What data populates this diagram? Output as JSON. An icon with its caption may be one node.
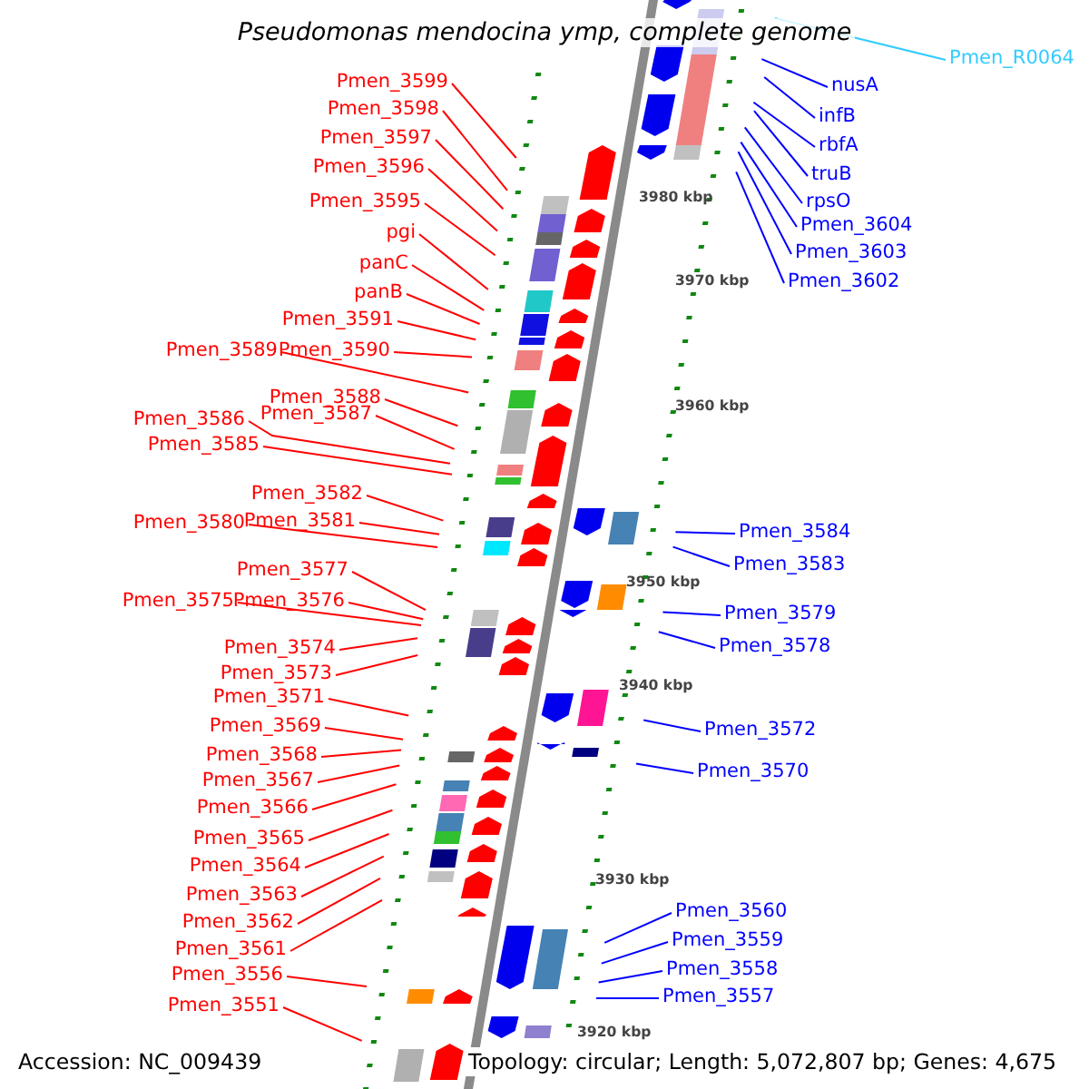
{
  "diagram": {
    "title": "Pseudomonas mendocina ymp, complete genome",
    "nodes": [
      {
        "text": [
          "Pmen_3599"
        ]
      },
      {
        "text": [
          "Pmen_3598"
        ]
      },
      {
        "text": [
          "Pmen_3597"
        ]
      },
      {
        "text": [
          "Pmen_3596"
        ]
      },
      {
        "text": [
          "Pmen_3595"
        ]
      },
      {
        "text": [
          "pgi"
        ]
      },
      {
        "text": [
          "panC"
        ]
      },
      {
        "text": [
          "panB"
        ]
      },
      {
        "text": [
          "Pmen_3591"
        ]
      },
      {
        "text": [
          "Pmen_3589"
        ]
      },
      {
        "text": [
          "Pmen_3590"
        ]
      },
      {
        "text": [
          "Pmen_3588"
        ]
      },
      {
        "text": [
          "Pmen_3586"
        ]
      },
      {
        "text": [
          "Pmen_3587"
        ]
      },
      {
        "text": [
          "Pmen_3585"
        ]
      },
      {
        "text": [
          "Pmen_3582"
        ]
      },
      {
        "text": [
          "Pmen_3580"
        ]
      },
      {
        "text": [
          "Pmen_3581"
        ]
      },
      {
        "text": [
          "Pmen_3577"
        ]
      },
      {
        "text": [
          "Pmen_3575"
        ]
      },
      {
        "text": [
          "Pmen_3576"
        ]
      },
      {
        "text": [
          "Pmen_3574"
        ]
      },
      {
        "text": [
          "Pmen_3573"
        ]
      },
      {
        "text": [
          "Pmen_3571"
        ]
      },
      {
        "text": [
          "Pmen_3569"
        ]
      },
      {
        "text": [
          "Pmen_3568"
        ]
      },
      {
        "text": [
          "Pmen_3567"
        ]
      },
      {
        "text": [
          "Pmen_3566"
        ]
      },
      {
        "text": [
          "Pmen_3565"
        ]
      },
      {
        "text": [
          "Pmen_3564"
        ]
      },
      {
        "text": [
          "Pmen_3563"
        ]
      },
      {
        "text": [
          "Pmen_3562"
        ]
      },
      {
        "text": [
          "Pmen_3561"
        ]
      },
      {
        "text": [
          "Pmen_3556"
        ]
      },
      {
        "text": [
          "Pmen_3551"
        ]
      },
      {
        "text": [
          "Pmen_R0064"
        ]
      },
      {
        "text": [
          "nusA"
        ]
      },
      {
        "text": [
          "infB"
        ]
      },
      {
        "text": [
          "rbfA"
        ]
      },
      {
        "text": [
          "truB"
        ]
      },
      {
        "text": [
          "rpsO"
        ]
      },
      {
        "text": [
          "Pmen_3604"
        ]
      },
      {
        "text": [
          "Pmen_3603"
        ]
      },
      {
        "text": [
          "Pmen_3602"
        ]
      },
      {
        "text": [
          "Pmen_3584"
        ]
      },
      {
        "text": [
          "Pmen_3583"
        ]
      },
      {
        "text": [
          "Pmen_3579"
        ]
      },
      {
        "text": [
          "Pmen_3578"
        ]
      },
      {
        "text": [
          "Pmen_3572"
        ]
      },
      {
        "text": [
          "Pmen_3570"
        ]
      },
      {
        "text": [
          "Pmen_3560"
        ]
      },
      {
        "text": [
          "Pmen_3559"
        ]
      },
      {
        "text": [
          "Pmen_3558"
        ]
      },
      {
        "text": [
          "Pmen_3557"
        ]
      }
    ],
    "edges": [
      {
        "from": 0,
        "to": null,
        "arrow": "none"
      },
      {
        "from": 1,
        "to": null,
        "arrow": "none"
      },
      {
        "from": 2,
        "to": null,
        "arrow": "none"
      },
      {
        "from": 3,
        "to": null,
        "arrow": "none"
      },
      {
        "from": 4,
        "to": null,
        "arrow": "none"
      },
      {
        "from": 5,
        "to": null,
        "arrow": "none"
      },
      {
        "from": 6,
        "to": null,
        "arrow": "none"
      },
      {
        "from": 7,
        "to": null,
        "arrow": "none"
      },
      {
        "from": 8,
        "to": null,
        "arrow": "none"
      },
      {
        "from": 9,
        "to": null,
        "arrow": "none"
      },
      {
        "from": 10,
        "to": null,
        "arrow": "none"
      },
      {
        "from": 11,
        "to": null,
        "arrow": "none"
      },
      {
        "from": 12,
        "to": null,
        "arrow": "none"
      },
      {
        "from": 13,
        "to": null,
        "arrow": "none"
      },
      {
        "from": 14,
        "to": null,
        "arrow": "none"
      },
      {
        "from": 15,
        "to": null,
        "arrow": "none"
      },
      {
        "from": 16,
        "to": null,
        "arrow": "none"
      },
      {
        "from": 17,
        "to": null,
        "arrow": "none"
      },
      {
        "from": 18,
        "to": null,
        "arrow": "none"
      },
      {
        "from": 19,
        "to": null,
        "arrow": "none"
      },
      {
        "from": 20,
        "to": null,
        "arrow": "none"
      },
      {
        "from": 21,
        "to": null,
        "arrow": "none"
      },
      {
        "from": 22,
        "to": null,
        "arrow": "none"
      },
      {
        "from": 23,
        "to": null,
        "arrow": "none"
      },
      {
        "from": 24,
        "to": null,
        "arrow": "none"
      },
      {
        "from": 25,
        "to": null,
        "arrow": "none"
      },
      {
        "from": 26,
        "to": null,
        "arrow": "none"
      },
      {
        "from": 27,
        "to": null,
        "arrow": "none"
      },
      {
        "from": 28,
        "to": null,
        "arrow": "none"
      },
      {
        "from": 29,
        "to": null,
        "arrow": "none"
      },
      {
        "from": 30,
        "to": null,
        "arrow": "none"
      },
      {
        "from": 31,
        "to": null,
        "arrow": "none"
      },
      {
        "from": 32,
        "to": null,
        "arrow": "none"
      },
      {
        "from": 33,
        "to": null,
        "arrow": "none"
      },
      {
        "from": 34,
        "to": null,
        "arrow": "none"
      },
      {
        "from": 35,
        "to": null,
        "arrow": "none",
        "color": "#33ccff"
      },
      {
        "from": 36,
        "to": null,
        "arrow": "none",
        "color": "#0000ff"
      },
      {
        "from": 37,
        "to": null,
        "arrow": "none",
        "color": "#0000ff"
      },
      {
        "from": 38,
        "to": null,
        "arrow": "none",
        "color": "#0000ff"
      },
      {
        "from": 39,
        "to": null,
        "arrow": "none",
        "color": "#0000ff"
      },
      {
        "from": 40,
        "to": null,
        "arrow": "none",
        "color": "#0000ff"
      },
      {
        "from": 41,
        "to": null,
        "arrow": "none",
        "color": "#0000ff"
      },
      {
        "from": 42,
        "to": null,
        "arrow": "none",
        "color": "#0000ff"
      },
      {
        "from": 43,
        "to": null,
        "arrow": "none",
        "color": "#0000ff"
      },
      {
        "from": 44,
        "to": null,
        "arrow": "none",
        "color": "#0000ff"
      },
      {
        "from": 45,
        "to": null,
        "arrow": "none",
        "color": "#0000ff"
      },
      {
        "from": 46,
        "to": null,
        "arrow": "none",
        "color": "#0000ff"
      },
      {
        "from": 47,
        "to": null,
        "arrow": "none",
        "color": "#0000ff"
      },
      {
        "from": 48,
        "to": null,
        "arrow": "none",
        "color": "#0000ff"
      },
      {
        "from": 49,
        "to": null,
        "arrow": "none",
        "color": "#0000ff"
      },
      {
        "from": 50,
        "to": null,
        "arrow": "none",
        "color": "#0000ff"
      },
      {
        "from": 51,
        "to": null,
        "arrow": "none",
        "color": "#0000ff"
      },
      {
        "from": 52,
        "to": null,
        "arrow": "none",
        "color": "#0000ff"
      },
      {
        "from": 53,
        "to": null,
        "arrow": "none",
        "color": "#0000ff"
      }
    ],
    "labels": [
      "3980 kbp",
      "3970 kbp",
      "3960 kbp",
      "3950 kbp",
      "3940 kbp",
      "3930 kbp",
      "3920 kbp",
      "Accession: NC_009439",
      "Topology: circular; Length: 5,072,807 bp; Genes: 4,675"
    ]
  }
}
